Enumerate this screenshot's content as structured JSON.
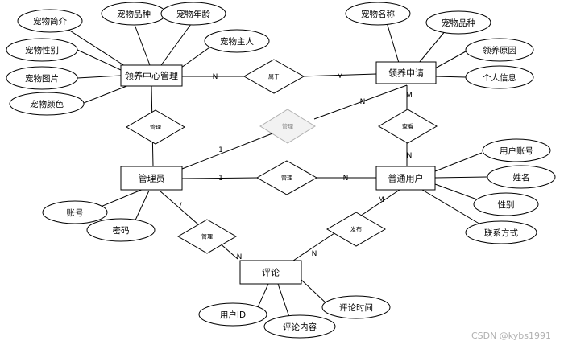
{
  "entities": {
    "center": "领养中心管理",
    "apply": "领养申请",
    "admin": "管理员",
    "user": "普通用户",
    "comment": "评论"
  },
  "attributes": {
    "center": [
      "宠物简介",
      "宠物品种",
      "宠物年龄",
      "宠物主人",
      "宠物性别",
      "宠物图片",
      "宠物颜色"
    ],
    "apply": [
      "宠物名称",
      "宠物品种",
      "领养原因",
      "个人信息"
    ],
    "admin": [
      "账号",
      "密码"
    ],
    "user": [
      "用户账号",
      "姓名",
      "性别",
      "联系方式"
    ],
    "comment": [
      "用户ID",
      "评论内容",
      "评论时间"
    ]
  },
  "relationships": {
    "belongs": "属于",
    "manage_center": "管理",
    "manage_apply": "管理",
    "review": "查看",
    "manage_user": "管理",
    "manage_comment": "管理",
    "publish": "发布"
  },
  "cardinalities": {
    "center_belongs": "N",
    "apply_belongs": "M",
    "apply_manage": "N",
    "admin_manage_apply": "1",
    "apply_review": "M",
    "user_review": "N",
    "admin_manage_user": "1",
    "user_manage": "N",
    "admin_manage_comment": "/",
    "comment_manage": "N",
    "user_publish": "M",
    "comment_publish": "N"
  },
  "watermark": "CSDN @kybs1991"
}
